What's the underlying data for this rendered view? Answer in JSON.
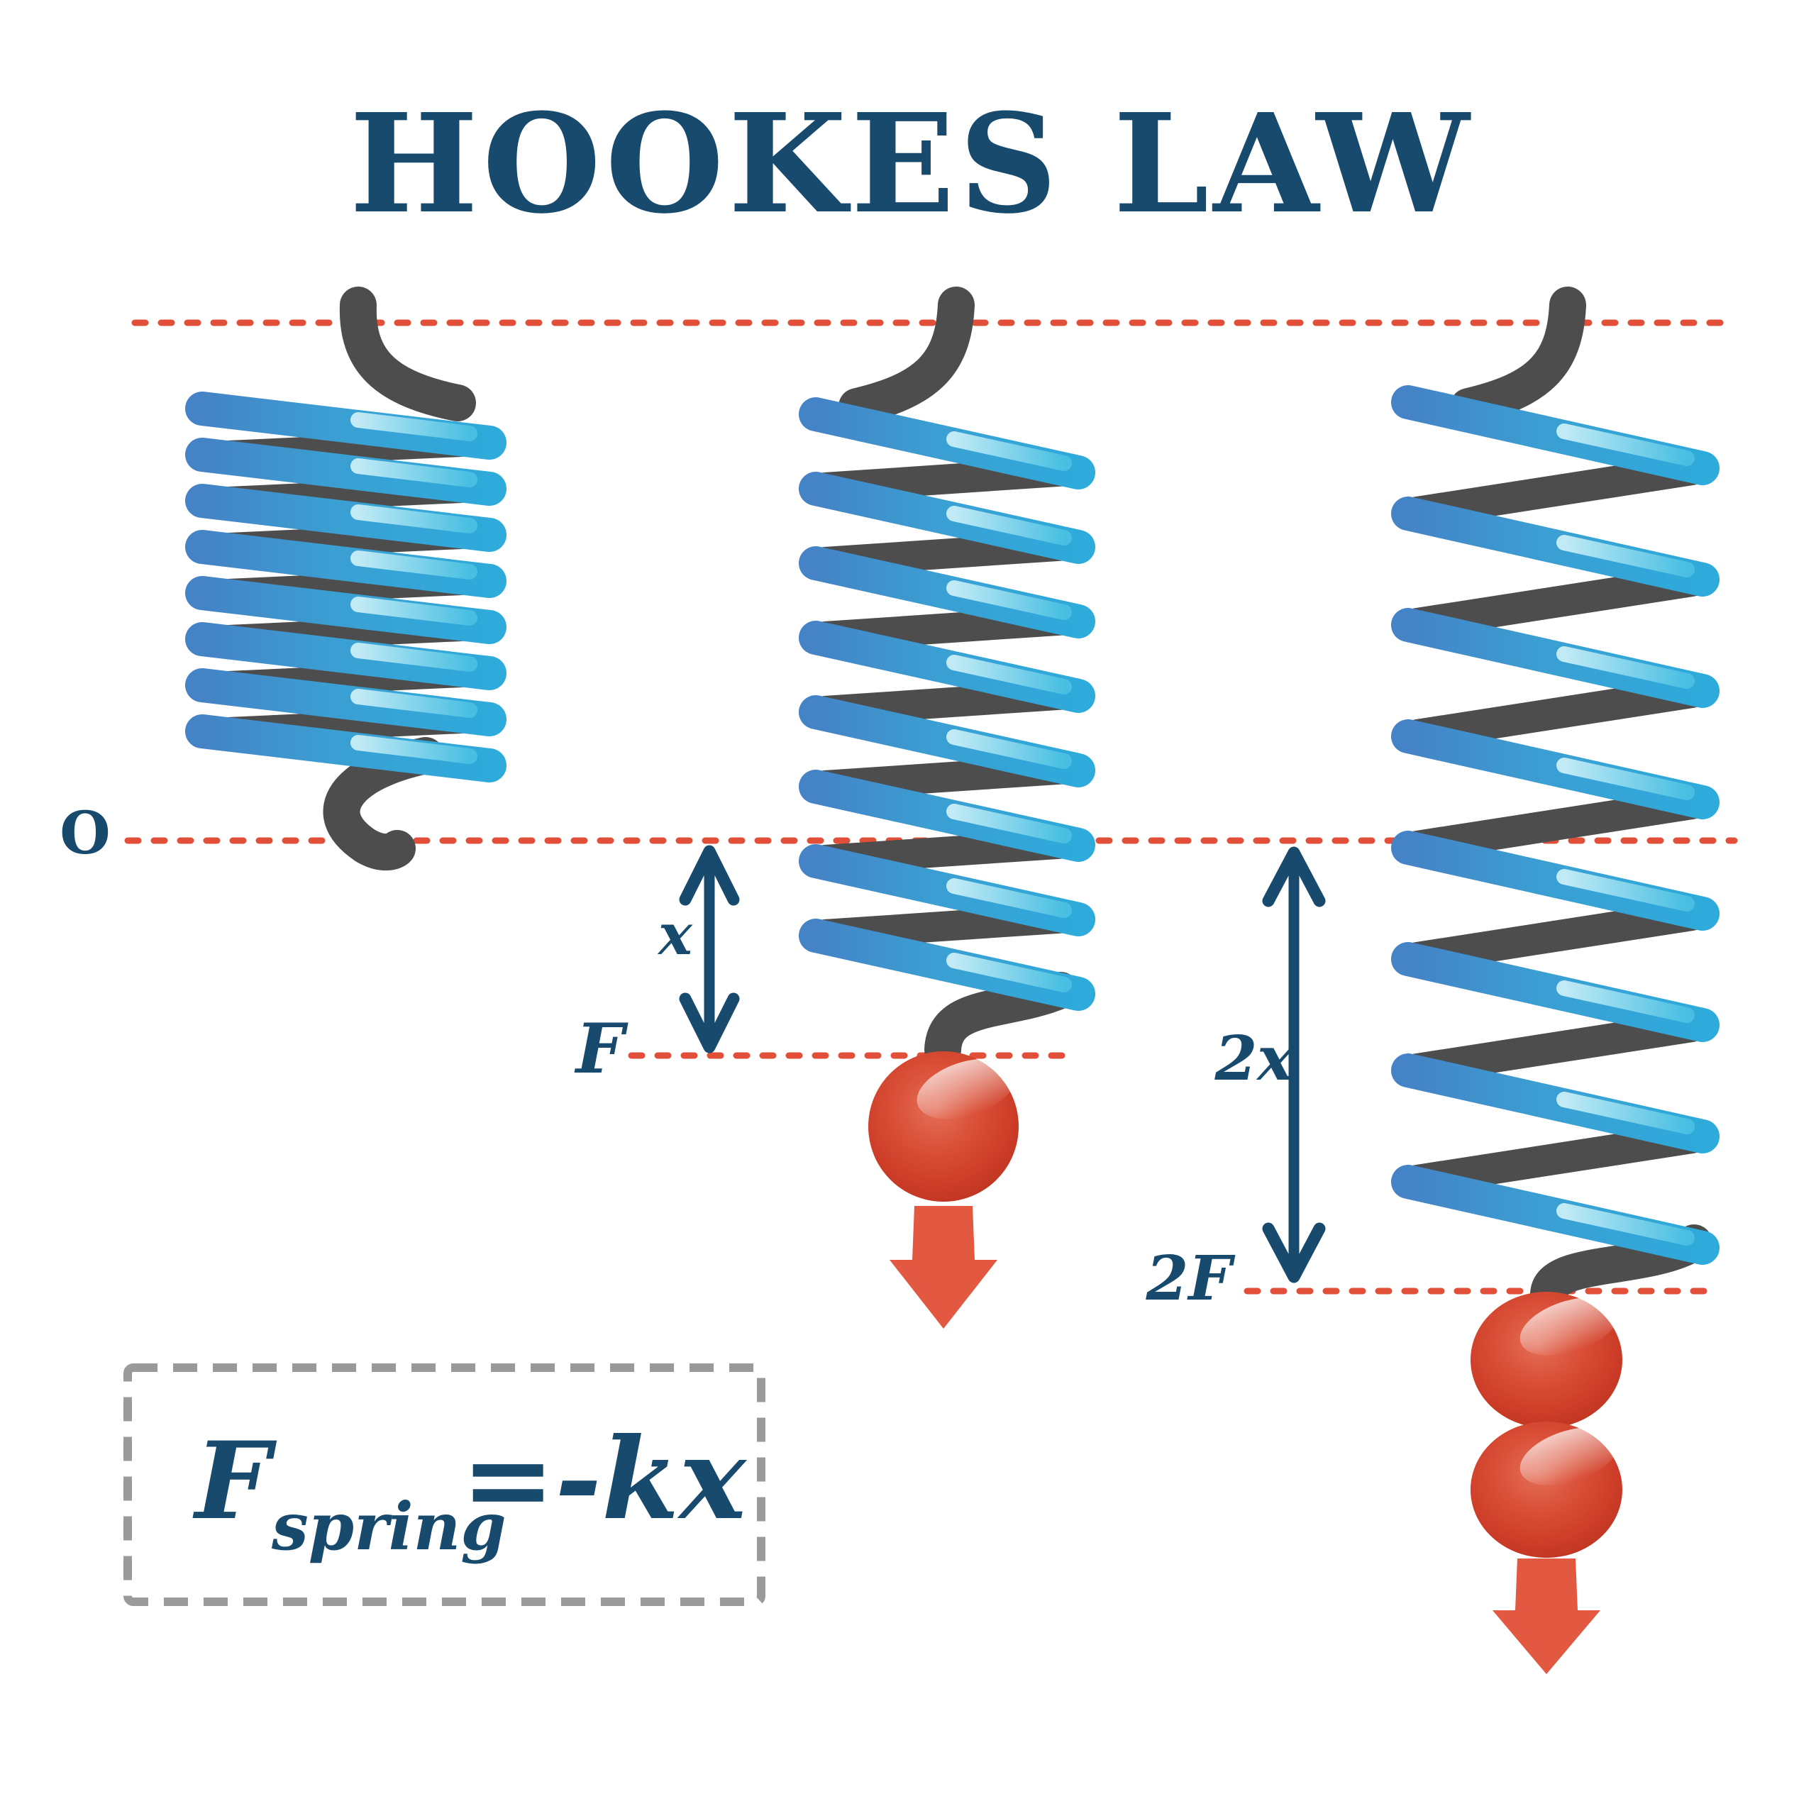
{
  "title": "HOOKES LAW",
  "labels": {
    "origin": "O",
    "x_small": "x",
    "force_small": "F",
    "x_large": "2x",
    "force_large": "2F"
  },
  "formula": {
    "variable": "F",
    "subscript": "spring",
    "expression": "=-kx"
  },
  "colors": {
    "navy": "#174a6d",
    "dash_red": "#e14f38",
    "coil_gray": "#4d4d4d",
    "spring_blue_left": "#4483c6",
    "spring_blue_right": "#2eaadb",
    "spring_highlight_light": "#c9eef7",
    "spring_highlight_dark": "#49c0e2",
    "ball_red_light": "#e4705a",
    "ball_red": "#cd3d28",
    "ball_red_dark": "#bc3421",
    "arrow_orange": "#e25840",
    "box_gray": "#9a9a9a",
    "bg": "#ffffff"
  }
}
